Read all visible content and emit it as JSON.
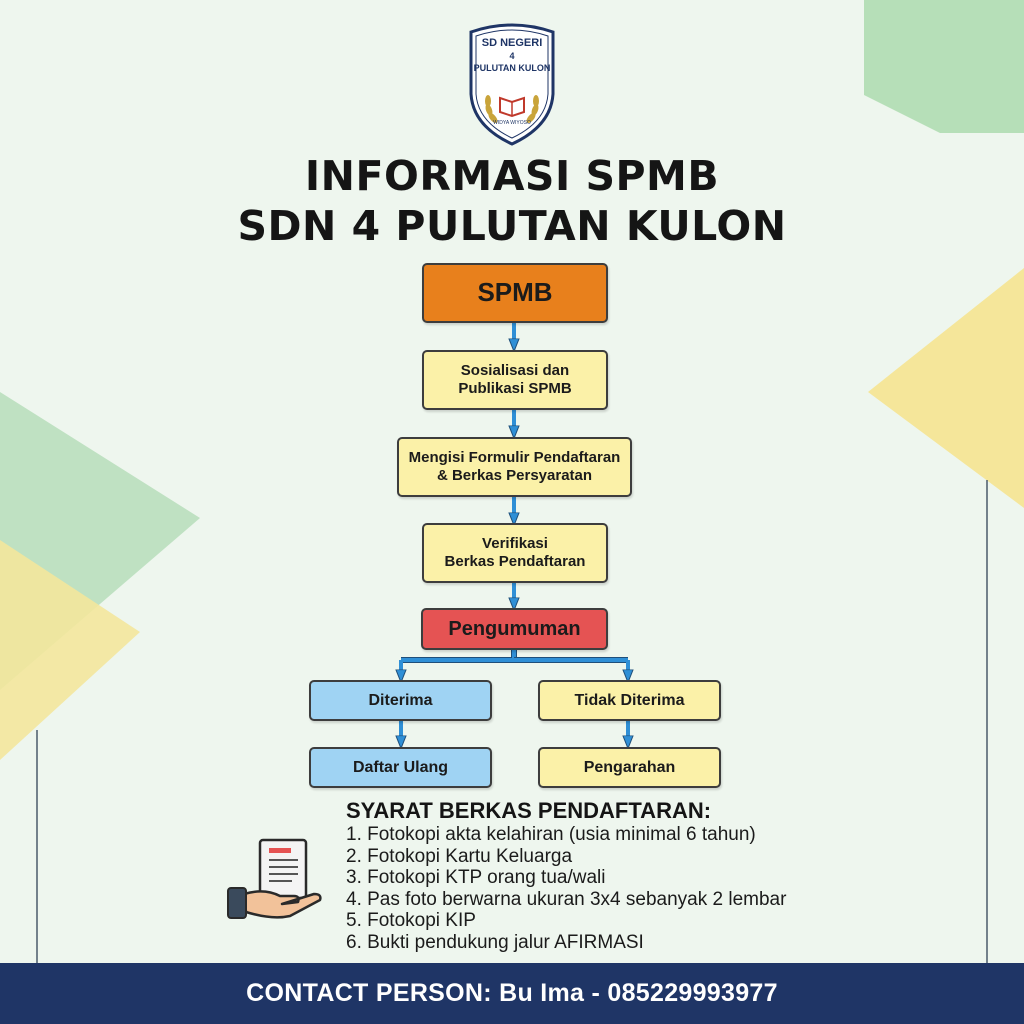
{
  "logo": {
    "line1": "SD NEGERI",
    "line2": "4",
    "line3": "PULUTAN KULON",
    "motto": "WIDYA WIYOSO"
  },
  "title": {
    "line1": "INFORMASI SPMB",
    "line2": "SDN 4 PULUTAN KULON"
  },
  "flow": {
    "spmb": "SPMB",
    "sosialisasi": [
      "Sosialisasi dan",
      "Publikasi SPMB"
    ],
    "formulir": [
      "Mengisi Formulir Pendaftaran",
      "& Berkas Persyaratan"
    ],
    "verifikasi": [
      "Verifikasi",
      "Berkas Pendaftaran"
    ],
    "pengumuman": "Pengumuman",
    "diterima": "Diterima",
    "tidak_diterima": "Tidak Diterima",
    "daftar_ulang": "Daftar Ulang",
    "pengarahan": "Pengarahan"
  },
  "requirements": {
    "title": "SYARAT BERKAS PENDAFTARAN:",
    "items": [
      "1. Fotokopi akta kelahiran (usia minimal 6 tahun)",
      "2. Fotokopi Kartu Keluarga",
      "3. Fotokopi KTP orang tua/wali",
      "4. Pas foto berwarna ukuran 3x4 sebanyak 2 lembar",
      "5. Fotokopi KIP",
      "6. Bukti pendukung jalur AFIRMASI"
    ]
  },
  "footer": {
    "contact": "CONTACT PERSON: Bu Ima - 085229993977"
  },
  "colors": {
    "orange": "#e8801c",
    "yellow": "#fbf1a8",
    "red": "#e55353",
    "blue": "#9fd3f3",
    "arrow": "#2f8fd6",
    "navy": "#1f3566",
    "bg": "#eef6ee"
  },
  "icons": [
    "document-hand-icon",
    "laurel-icon",
    "book-icon",
    "arrow-down-icon"
  ]
}
